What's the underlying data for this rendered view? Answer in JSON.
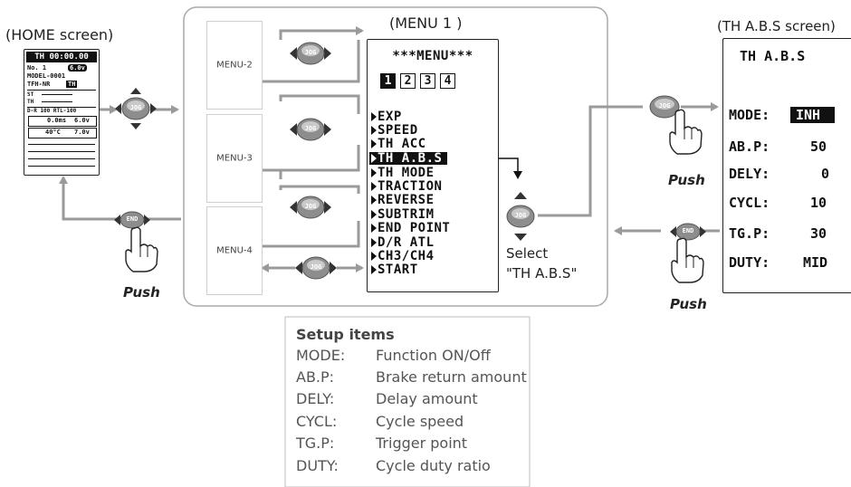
{
  "home": {
    "title": "(HOME screen)",
    "lcd": {
      "row1": "TH 00:00.00",
      "row2a": "No. 1",
      "row2b": "6.0v",
      "row3": "MODEL-0001",
      "row4a": "TFH-NR",
      "row4b": "TH",
      "row5": "ST",
      "row6": "TH",
      "row7": "D-R 100  RTL-100",
      "row8a": "0.0ms",
      "row8b": "6.0v",
      "row9a": "40°C",
      "row9b": "7.0v"
    }
  },
  "menu1": {
    "title": "(MENU 1 )",
    "header": "***MENU***",
    "pages": [
      "1",
      "2",
      "3",
      "4"
    ],
    "items": [
      "EXP",
      "SPEED",
      "TH ACC",
      "TH A.B.S",
      "TH MODE",
      "TRACTION",
      "REVERSE",
      "SUBTRIM",
      "END POINT",
      "D/R ATL",
      "CH3/CH4",
      "START"
    ]
  },
  "submenus": [
    "MENU-2",
    "MENU-3",
    "MENU-4"
  ],
  "buttons": {
    "jog": "JOG",
    "end": "END",
    "push": "Push"
  },
  "select_text": [
    "Select",
    "\"TH A.B.S\""
  ],
  "abs_screen": {
    "title": "(TH A.B.S screen)",
    "header": "TH A.B.S",
    "rows": [
      {
        "key": "MODE:",
        "value": "INH"
      },
      {
        "key": "AB.P:",
        "value": "50"
      },
      {
        "key": "DELY:",
        "value": "0"
      },
      {
        "key": "CYCL:",
        "value": "10"
      },
      {
        "key": "TG.P:",
        "value": "30"
      },
      {
        "key": "DUTY:",
        "value": "MID"
      }
    ]
  },
  "setup": {
    "title": "Setup items",
    "items": [
      {
        "key": "MODE:",
        "desc": "Function ON/Off"
      },
      {
        "key": "AB.P:",
        "desc": "Brake return amount"
      },
      {
        "key": "DELY:",
        "desc": "Delay amount"
      },
      {
        "key": "CYCL:",
        "desc": "Cycle speed"
      },
      {
        "key": "TG.P:",
        "desc": "Trigger point"
      },
      {
        "key": "DUTY:",
        "desc": "Cycle duty ratio"
      }
    ]
  }
}
